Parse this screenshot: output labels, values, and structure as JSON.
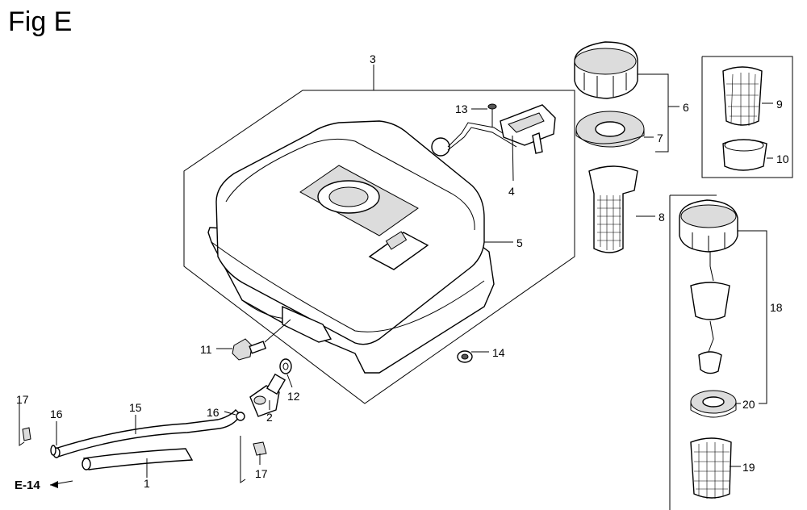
{
  "figure": {
    "title": "Fig E"
  },
  "callouts": {
    "c1": "1",
    "c2": "2",
    "c3": "3",
    "c4": "4",
    "c5": "5",
    "c6": "6",
    "c7": "7",
    "c8": "8",
    "c9": "9",
    "c10": "10",
    "c11": "11",
    "c12": "12",
    "c13": "13",
    "c14": "14",
    "c15": "15",
    "c16a": "16",
    "c16b": "16",
    "c17a": "17",
    "c17b": "17",
    "c18": "18",
    "c19": "19",
    "c20": "20"
  },
  "reference": {
    "label": "E-14"
  }
}
